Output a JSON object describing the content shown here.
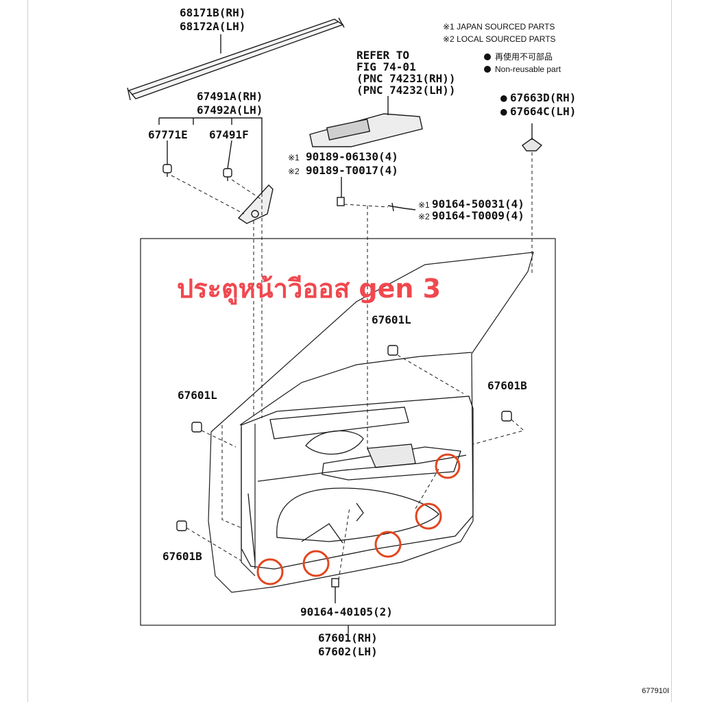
{
  "colors": {
    "stroke": "#1a1a1a",
    "highlight": "#e2461e",
    "title": "#f0484e"
  },
  "notes": {
    "japan": "※1 JAPAN SOURCED PARTS",
    "local": "※2 LOCAL SOURCED PARTS",
    "reuse_jp": "再使用不可部品",
    "reuse_en": "Non-reusable part"
  },
  "title_thai": "ประตูหน้าวีออส gen 3",
  "refer": {
    "line1": "REFER TO",
    "line2": "FIG 74-01",
    "line3": "(PNC 74231(RH))",
    "line4": "(PNC 74232(LH))"
  },
  "parts": {
    "p68171b": "68171B(RH)",
    "p68172a": "68172A(LH)",
    "p67491a": "67491A(RH)",
    "p67492a": "67492A(LH)",
    "p67771e": "67771E",
    "p67491f": "67491F",
    "p90189_1": "90189-06130(4)",
    "p90189_2": "90189-T0017(4)",
    "p90164_1": "90164-50031(4)",
    "p90164_2": "90164-T0009(4)",
    "p67663d": "67663D(RH)",
    "p67664c": "67664C(LH)",
    "p67601l_top": "67601L",
    "p67601l_left": "67601L",
    "p67601b_right": "67601B",
    "p67601b_left": "67601B",
    "p90164_40105": "90164-40105(2)",
    "p67601": "67601(RH)",
    "p67602": "67602(LH)"
  },
  "marks": {
    "m1": "※1",
    "m2": "※2",
    "m3": "※1",
    "m4": "※2",
    "dot1": "●",
    "dot2": "●"
  },
  "figure_number": "677910I"
}
